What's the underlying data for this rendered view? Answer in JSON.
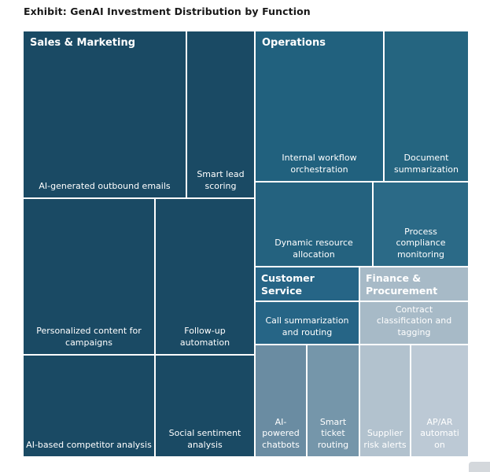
{
  "chart_data": {
    "type": "treemap",
    "title": "Exhibit: GenAI Investment Distribution by Function",
    "legend": "none",
    "value_note": "No numeric values are printed in the chart; share_pct_est values are estimated from relative tile areas",
    "groups": [
      {
        "name": "Sales & Marketing",
        "color": "#1a4a64",
        "share_pct_est": 51,
        "children": [
          {
            "label": "AI-generated outbound emails",
            "color": "#1a4a64",
            "share_pct_est": 14.1
          },
          {
            "label": "Smart lead scoring",
            "color": "#1a4a64",
            "share_pct_est": 5.9
          },
          {
            "label": "Personalized content for campaigns",
            "color": "#1a4a64",
            "share_pct_est": 10.7
          },
          {
            "label": "Follow-up automation",
            "color": "#1a4a64",
            "share_pct_est": 8.1
          },
          {
            "label": "AI-based competitor analysis",
            "color": "#1a4a64",
            "share_pct_est": 6.9
          },
          {
            "label": "Social sentiment analysis",
            "color": "#1a4a64",
            "share_pct_est": 5.2
          }
        ]
      },
      {
        "name": "Operations",
        "color": "#21617e",
        "share_pct_est": 26,
        "children": [
          {
            "label": "Internal workflow orchestration",
            "color": "#21617e",
            "share_pct_est": 10.2
          },
          {
            "label": "Document summarization",
            "color": "#256580",
            "share_pct_est": 6.6
          },
          {
            "label": "Dynamic resource allocation",
            "color": "#24627f",
            "share_pct_est": 5.1
          },
          {
            "label": "Process compliance monitoring",
            "color": "#2b6a87",
            "share_pct_est": 4.2
          }
        ]
      },
      {
        "name": "Customer Service",
        "color": "#266586",
        "share_pct_est": 10,
        "children": [
          {
            "label": "Call summarization and routing",
            "color": "#266586",
            "share_pct_est": 4.2
          },
          {
            "label": "AI-powered chatbots",
            "color": "#6a8ca2",
            "share_pct_est": 3.0
          },
          {
            "label": "Smart ticket routing",
            "color": "#7596aa",
            "share_pct_est": 2.9
          }
        ]
      },
      {
        "name": "Finance & Procurement",
        "color": "#a7bac7",
        "share_pct_est": 11,
        "children": [
          {
            "label": "Contract classification and tagging",
            "color": "#a7bac7",
            "share_pct_est": 4.4
          },
          {
            "label": "Supplier risk alerts",
            "color": "#b2c2ce",
            "share_pct_est": 2.9
          },
          {
            "label": "AP/AR automation",
            "color": "#bcc9d5",
            "share_pct_est": 3.4
          }
        ]
      }
    ]
  }
}
